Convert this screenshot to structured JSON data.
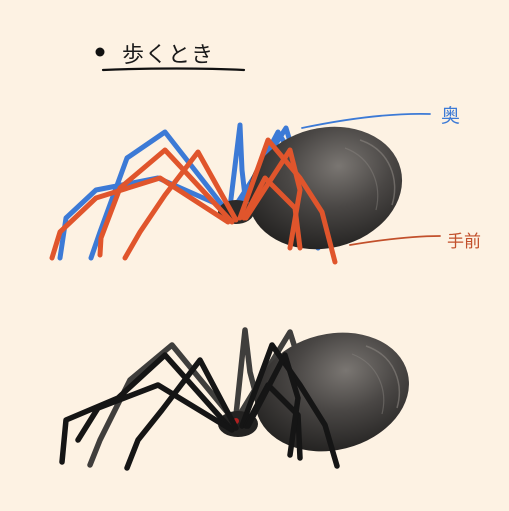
{
  "heading": "歩くとき",
  "labels": {
    "back": "奥",
    "front": "手前"
  },
  "colors": {
    "background": "#fdf2e3",
    "back_legs": "#3c7ad6",
    "front_legs": "#e0552c",
    "body": "#3e3c3b",
    "ink": "#1a1a1a",
    "eye": "#b02020"
  }
}
